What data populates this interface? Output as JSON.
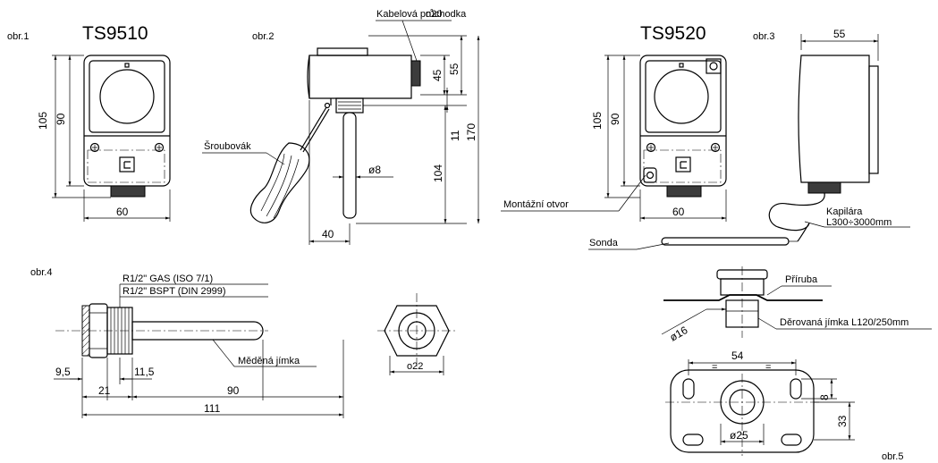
{
  "figures": {
    "obr1": {
      "label": "obr.1",
      "model": "TS9510",
      "dims": {
        "height_total": "105",
        "height_body": "90",
        "width": "60"
      }
    },
    "obr2": {
      "label": "obr.2",
      "cable_gland": "Kabelová průchodka",
      "cable_gland_dim": "ο20",
      "screwdriver": "Šroubovák",
      "dims": {
        "d45": "45",
        "d55": "55",
        "d11": "11",
        "d170": "170",
        "d104": "104",
        "d8": "ø8",
        "d40": "40"
      }
    },
    "obr3": {
      "label": "obr.3",
      "model": "TS9520",
      "mounting_hole": "Montážní otvor",
      "probe": "Sonda",
      "capillary": "Kapilára",
      "capillary_length": "L300÷3000mm",
      "dims": {
        "height_total": "105",
        "height_body": "90",
        "width": "60",
        "depth": "55"
      }
    },
    "obr4": {
      "label": "obr.4",
      "thread1": "R1/2\" GAS (ISO 7/1)",
      "thread2": "R1/2\" BSPT (DIN 2999)",
      "sleeve": "Měděná jímka",
      "dims": {
        "d9_5": "9,5",
        "d11_5": "11,5",
        "d21": "21",
        "d90": "90",
        "d111": "111",
        "d22": "ο22"
      }
    },
    "obr5": {
      "label": "obr.5",
      "flange": "Příruba",
      "perforated_sleeve": "Děrovaná jímka L120/250mm",
      "dims": {
        "d16": "ø16",
        "d54": "54",
        "eq": "=",
        "d8": "8",
        "d33": "33",
        "d25": "ø25"
      }
    }
  }
}
